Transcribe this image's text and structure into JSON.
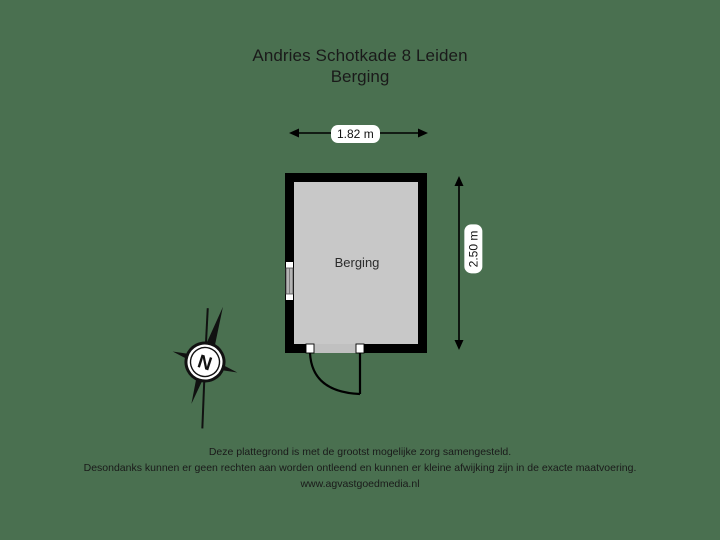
{
  "meta": {
    "background_color": "#4a7050",
    "wall_color": "#000000",
    "floor_fill_color": "#c8c8c8",
    "label_bg_color": "#ffffff",
    "text_color": "#1a1a1a"
  },
  "title": {
    "address": "Andries Schotkade 8 Leiden",
    "subtitle": "Berging"
  },
  "dimensions": {
    "width_label": "1.82 m",
    "height_label": "2.50 m"
  },
  "rooms": [
    {
      "name": "Berging",
      "fill": "#c8c8c8"
    }
  ],
  "features": {
    "window_label": "window-left-wall",
    "door_label": "door-bottom-wall",
    "compass_letter": "N"
  },
  "footer": {
    "line1": "Deze plattegrond is met de grootst mogelijke zorg samengesteld.",
    "line2": "Desondanks kunnen er geen rechten aan worden ontleend en kunnen er kleine afwijking zijn in de exacte maatvoering.",
    "url": "www.agvastgoedmedia.nl"
  }
}
